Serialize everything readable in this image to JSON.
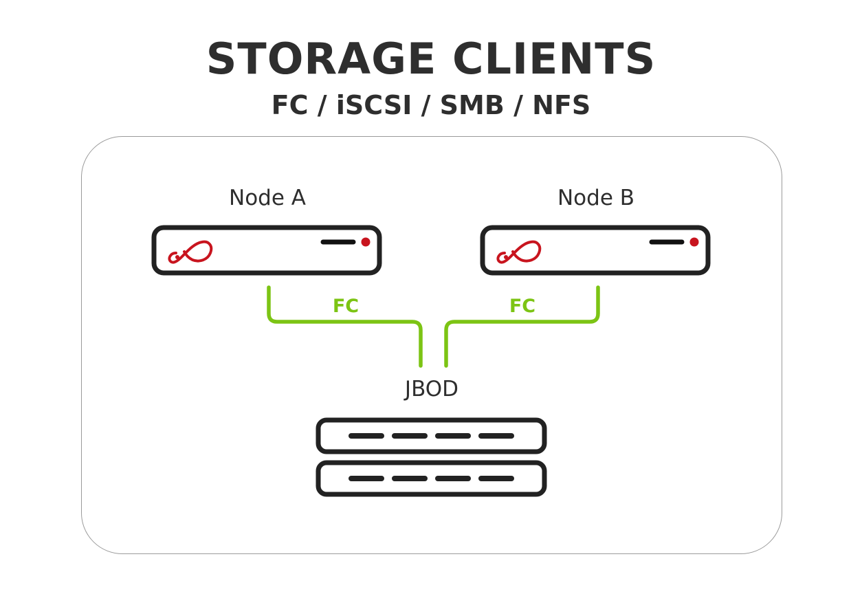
{
  "title": "STORAGE CLIENTS",
  "subtitle": "FC / iSCSI / SMB / NFS",
  "nodes": [
    {
      "label": "Node A",
      "logo": "red-infinity-logo"
    },
    {
      "label": "Node B",
      "logo": "red-infinity-logo"
    }
  ],
  "links": [
    {
      "label": "FC"
    },
    {
      "label": "FC"
    }
  ],
  "jbod": {
    "label": "JBOD"
  },
  "colors": {
    "link": "#7cc414",
    "server_outline": "#222222",
    "led": "#c8141e",
    "logo": "#c8141e",
    "panel_border": "#9a9a9a"
  }
}
